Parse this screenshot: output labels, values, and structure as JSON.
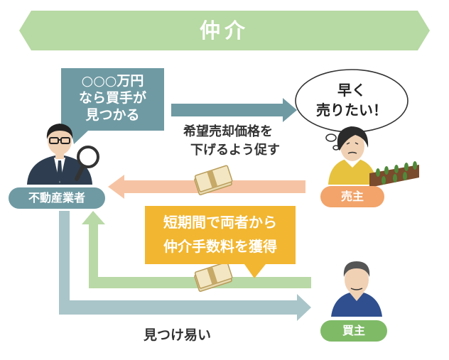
{
  "title": "仲介",
  "agent_callout": {
    "lines": [
      "○○○万円",
      "なら買手が",
      "見つかる"
    ]
  },
  "seller_thought": {
    "lines": [
      "早く",
      "売りたい！"
    ]
  },
  "arrow_label": {
    "lines": [
      "希望売却価格を",
      "下げるよう促す"
    ]
  },
  "fee_callout": {
    "lines": [
      "短期間で両者から",
      "仲介手数料を獲得"
    ]
  },
  "bottom_label": "見つけ易い",
  "roles": {
    "agent": "不動産業者",
    "seller": "売主",
    "buyer": "買主"
  },
  "colors": {
    "title_banner": "#b7d9a3",
    "agent_callout": "#6f9aa3",
    "top_arrow": "#6f9aa3",
    "seller_arrow": "#f6c4a4",
    "fee_callout": "#f2b630",
    "green_arrow": "#b9d9a6",
    "blue_arrow": "#a9c5c9",
    "agent_pill": "#6f9aa3",
    "seller_pill": "#f2a46b",
    "buyer_pill": "#7fba67"
  },
  "icons": [
    "agent-person-icon",
    "magnifier-icon",
    "seller-person-icon",
    "buyer-person-icon",
    "money-bundle-icon",
    "thought-bubble-icon",
    "plants-icon"
  ]
}
